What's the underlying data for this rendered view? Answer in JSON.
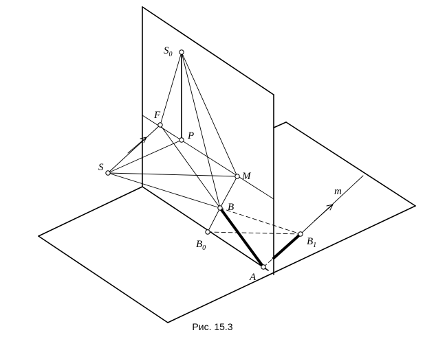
{
  "caption": "Рис. 15.3",
  "labels": {
    "S0": {
      "main": "S",
      "sub": "0"
    },
    "F": {
      "main": "F"
    },
    "P": {
      "main": "P"
    },
    "S": {
      "main": "S"
    },
    "M": {
      "main": "M"
    },
    "B": {
      "main": "B"
    },
    "B0": {
      "main": "B",
      "sub": "0"
    },
    "B1": {
      "main": "B",
      "sub": "1"
    },
    "A": {
      "main": "A"
    },
    "m": {
      "main": "m"
    }
  }
}
